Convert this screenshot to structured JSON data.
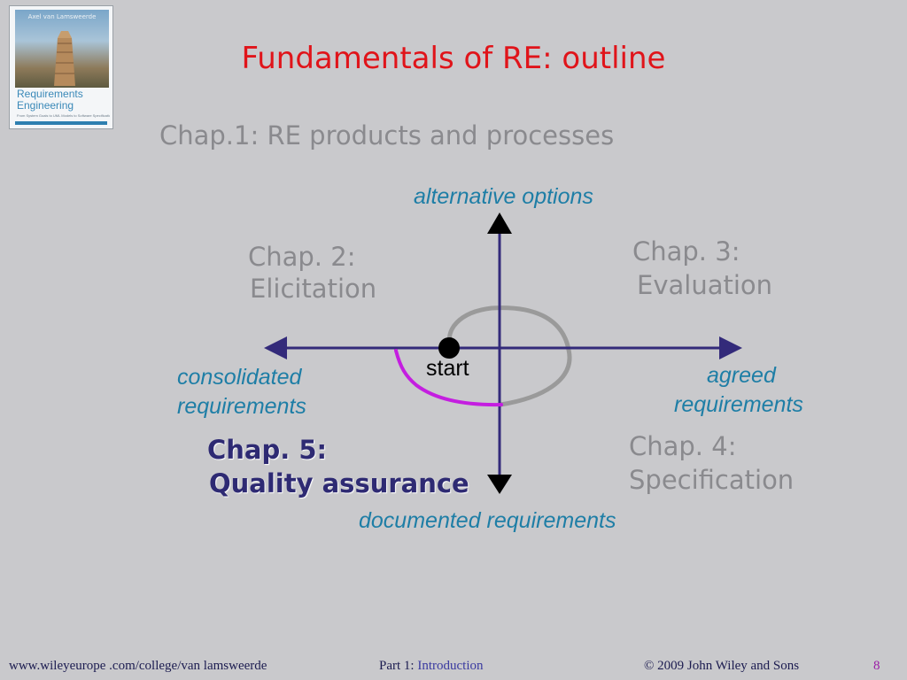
{
  "book": {
    "author": "Axel van Lamsweerde",
    "title_line1": "Requirements",
    "title_line2": "Engineering",
    "subtitle": "From System Goals to UML Models to Software Specifications"
  },
  "slide": {
    "title": "Fundamentals of RE: outline",
    "subtitle": "Chap.1:  RE products and processes"
  },
  "diagram": {
    "axis_top": "alternative options",
    "axis_left_line1": "consolidated",
    "axis_left_line2": "requirements",
    "axis_right_line1": "agreed",
    "axis_right_line2": "requirements",
    "axis_bottom": "documented requirements",
    "start": "start",
    "chap2_line1": "Chap. 2:",
    "chap2_line2": "Elicitation",
    "chap3_line1": "Chap. 3:",
    "chap3_line2": "Evaluation",
    "chap4_line1": "Chap. 4:",
    "chap4_line2": "Specification",
    "chap5_line1": "Chap. 5:",
    "chap5_line2": "Quality assurance",
    "colors": {
      "axis": "#332a7a",
      "arrowhead": "#000000",
      "spiral": "#9a9a9a",
      "highlight": "#c41ee0"
    }
  },
  "footer": {
    "url": "www.wileyeurope .com/college/van lamsweerde",
    "part_prefix": "Part 1: ",
    "part_name": "Introduction",
    "copyright": "©  2009 John Wiley and Sons",
    "page": "8"
  }
}
